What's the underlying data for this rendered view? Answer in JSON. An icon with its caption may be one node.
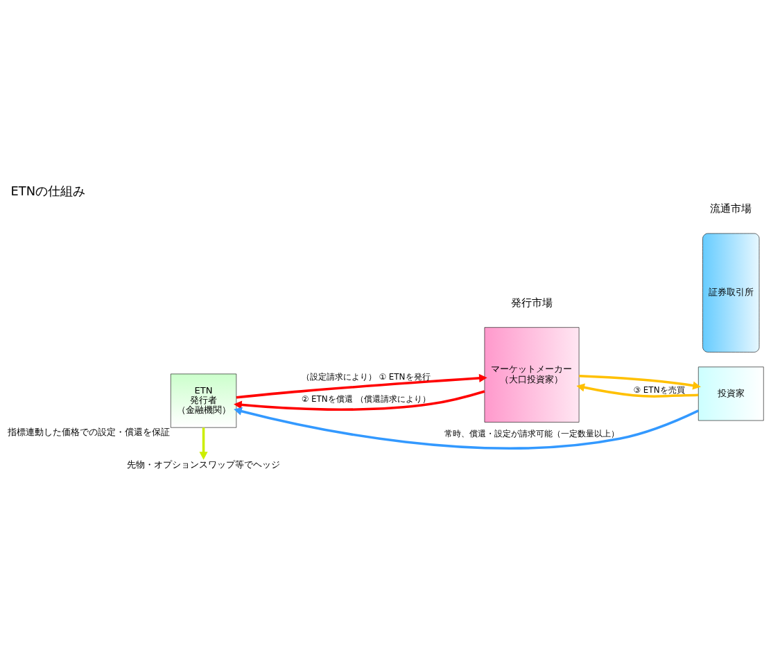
{
  "diagram": {
    "title": "ETNの仕組み",
    "nodes": [
      {
        "text": [
          "ETN",
          "発行者",
          "（金融機関）"
        ],
        "beside": [
          "指標連動した価格での設定・償還を保証"
        ]
      },
      {
        "text": [
          "マーケットメーカー",
          "（大口投資家）"
        ]
      },
      {
        "text": [
          "証券取引所"
        ]
      },
      {
        "text": [
          "投資家"
        ]
      },
      {
        "text": [
          "先物・オプションスワップ等でヘッジ"
        ]
      }
    ],
    "edges": [
      {
        "from": 0,
        "to": 4,
        "arrow": "to",
        "color": "#ccee00"
      },
      {
        "from": 0,
        "to": 1,
        "arrow": "to",
        "label": "（設定請求により） ① ETNを発行",
        "color": "#ff0000"
      },
      {
        "from": 1,
        "to": 0,
        "arrow": "to",
        "label": "② ETNを償還 （償還請求により）",
        "color": "#ff0000"
      },
      {
        "from": 3,
        "to": 1,
        "arrow": "to",
        "label": "③ ETNを売買",
        "color": "#ffc000"
      },
      {
        "from": 1,
        "to": 3,
        "arrow": "to",
        "color": "#ffc000"
      },
      {
        "from": 3,
        "to": 0,
        "arrow": "to",
        "label": "常時、償還・設定が請求可能（一定数量以上）",
        "color": "#3399ff"
      }
    ],
    "labels": [
      "発行市場",
      "流通市場"
    ]
  }
}
